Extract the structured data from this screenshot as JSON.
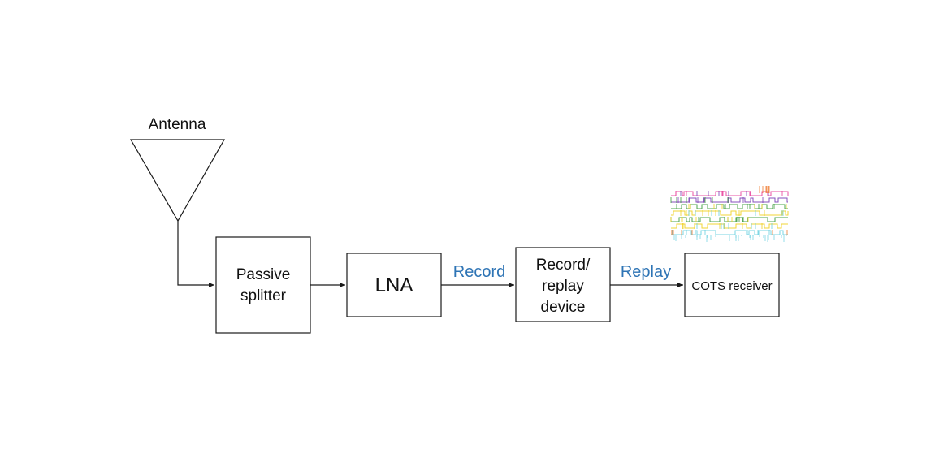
{
  "colors": {
    "line": "#1a1a1a",
    "signal_label": "#2e74b5",
    "signal_traces": [
      "#e8409a",
      "#7a3fb5",
      "#3a9a3a",
      "#f0d020",
      "#6ad0e0",
      "#f07a30"
    ]
  },
  "icons": {
    "antenna": "antenna-triangle-icon",
    "signals": "signal-spectrum-icon"
  },
  "antenna": {
    "label": "Antenna"
  },
  "blocks": {
    "splitter": {
      "line1": "Passive",
      "line2": "splitter"
    },
    "lna": {
      "label": "LNA"
    },
    "device": {
      "line1": "Record/",
      "line2": "replay",
      "line3": "device"
    },
    "receiver": {
      "label": "COTS receiver"
    }
  },
  "edges": {
    "record": "Record",
    "replay": "Replay"
  }
}
